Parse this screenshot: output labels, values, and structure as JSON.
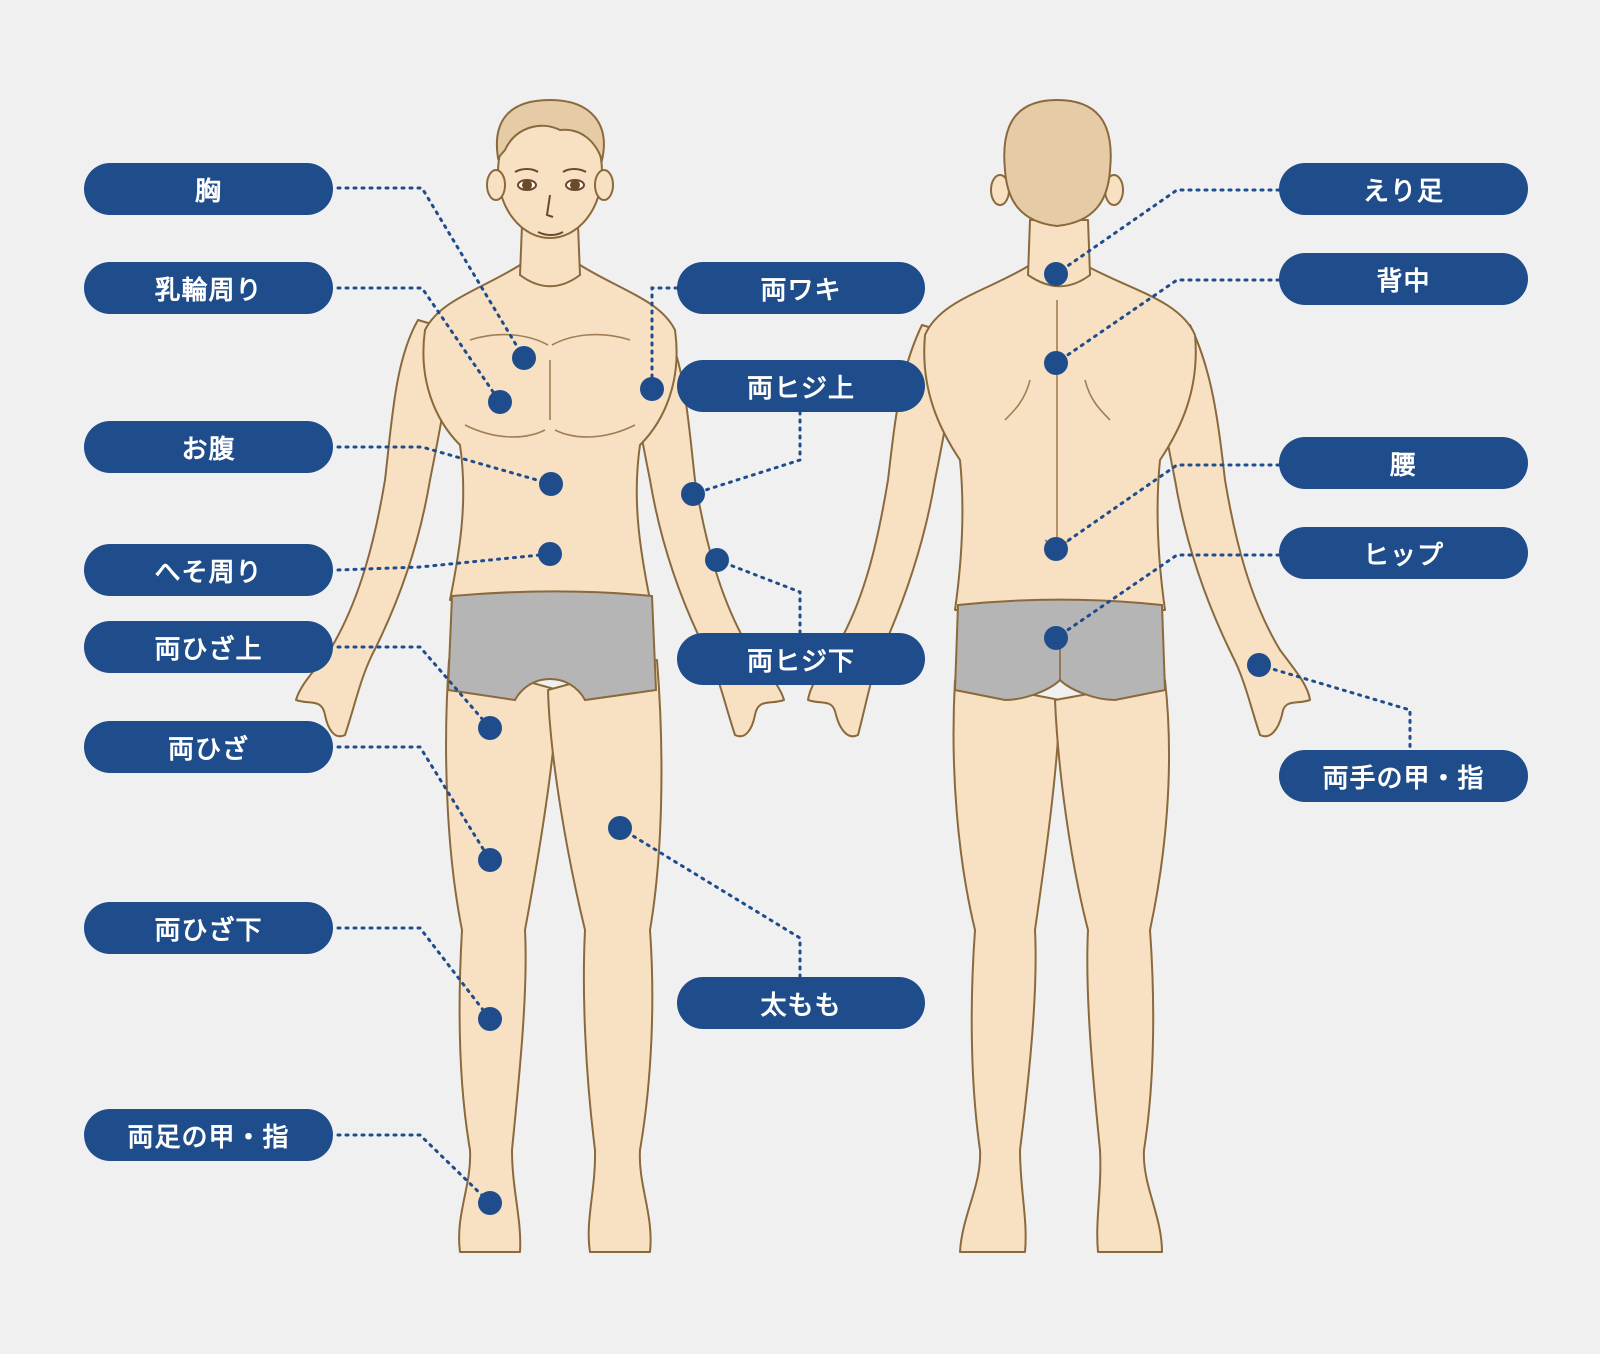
{
  "colors": {
    "background": "#f0f0f0",
    "label_fill": "#1f4d8c",
    "label_text": "#ffffff",
    "marker": "#1f4d8c",
    "skin": "#f8e0c3",
    "skin_outline": "#8a6a3c",
    "hair": "#e6cca6",
    "underwear": "#b5b5b5"
  },
  "labels": {
    "chest": "胸",
    "areola": "乳輪周り",
    "belly": "お腹",
    "navel": "へそ周り",
    "above_knees": "両ひざ上",
    "knees": "両ひざ",
    "below_knees": "両ひざ下",
    "feet": "両足の甲・指",
    "underarms": "両ワキ",
    "above_elbows": "両ヒジ上",
    "below_elbows": "両ヒジ下",
    "thighs": "太もも",
    "nape": "えり足",
    "back": "背中",
    "waist": "腰",
    "hip": "ヒップ",
    "hands": "両手の甲・指"
  }
}
